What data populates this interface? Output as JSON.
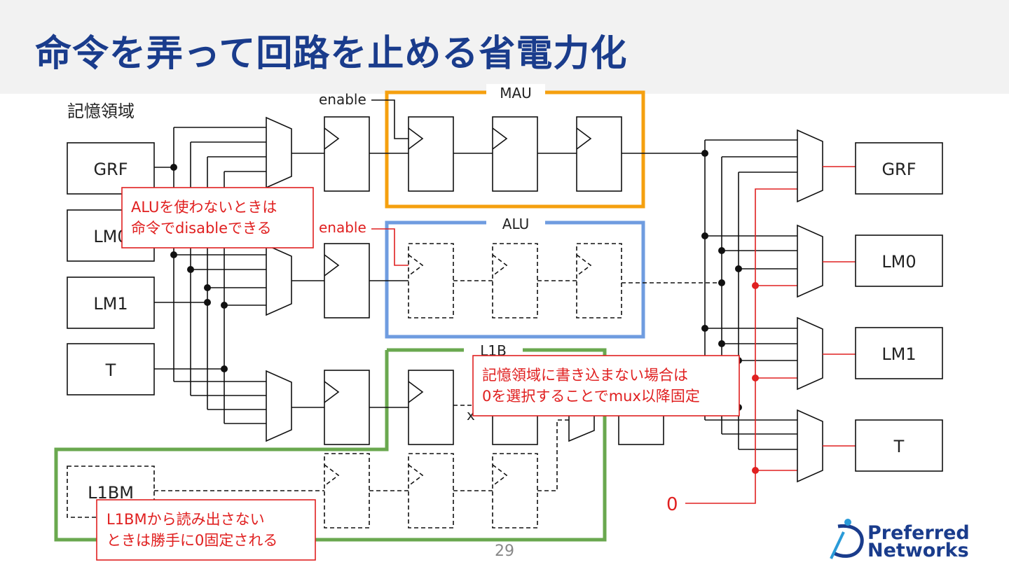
{
  "slide": {
    "title": "命令を弄って回路を止める省電力化",
    "page_number": "29"
  },
  "diagram": {
    "storage_label": "記憶領域",
    "inputs": [
      "GRF",
      "LM0",
      "LM1",
      "T"
    ],
    "l1bm_label": "L1BM",
    "outputs": [
      "GRF",
      "LM0",
      "LM1",
      "T"
    ],
    "units": {
      "mau": "MAU",
      "alu": "ALU",
      "l1b": "L1B"
    },
    "enable_mau": "enable",
    "enable_alu": "enable",
    "zero_label": "0",
    "x_label": "x",
    "colors": {
      "title": "#1a3c8c",
      "mau_border": "#f5a00f",
      "alu_border": "#6f9ce0",
      "l1b_border": "#6aa84f",
      "annotation_red": "#e02020"
    }
  },
  "callouts": {
    "alu": [
      "ALUを使わないときは",
      "命令でdisableできる"
    ],
    "storage": [
      "記憶領域に書き込まない場合は",
      "0を選択することでmux以降固定"
    ],
    "l1bm": [
      "L1BMから読み出さない",
      "ときは勝手に0固定される"
    ]
  },
  "logo": {
    "line1": "Preferred",
    "line2": "Networks"
  }
}
